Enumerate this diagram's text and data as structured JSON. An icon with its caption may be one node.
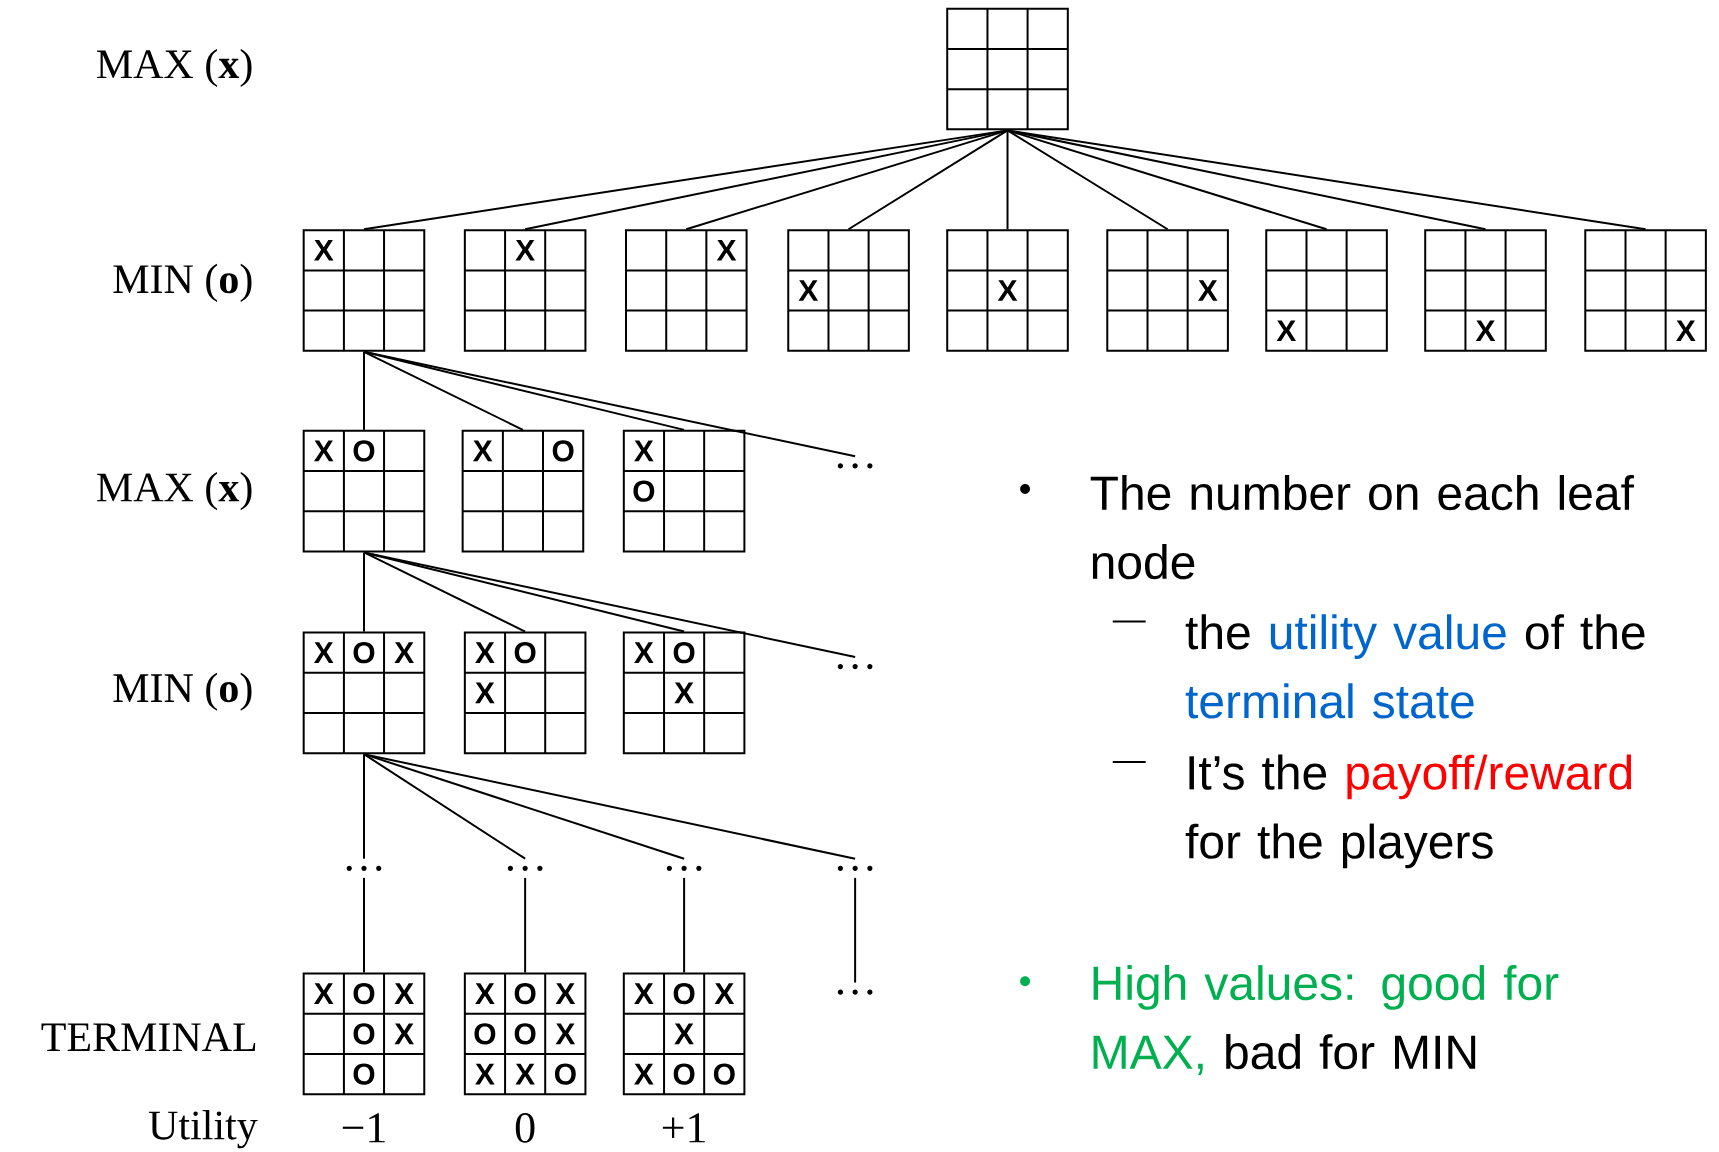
{
  "diagram": {
    "nodes": [
      {
        "text": [],
        "shape": "box"
      },
      {
        "text": [
          "X"
        ]
      },
      {
        "text": [
          "X"
        ]
      },
      {
        "text": [
          "X"
        ]
      },
      {
        "text": [
          "X"
        ]
      },
      {
        "text": [
          "X"
        ]
      },
      {
        "text": [
          "X"
        ]
      },
      {
        "text": [
          "X"
        ]
      },
      {
        "text": [
          "X"
        ]
      },
      {
        "text": [
          "X"
        ]
      },
      {
        "text": [
          "X",
          "O"
        ]
      },
      {
        "text": [
          "X",
          "O"
        ]
      },
      {
        "text": [
          "X",
          "O"
        ]
      },
      {
        "text": [
          "…"
        ]
      },
      {
        "text": [
          "X",
          "O",
          "X"
        ]
      },
      {
        "text": [
          "X",
          "O",
          "X"
        ]
      },
      {
        "text": [
          "X",
          "O",
          "X"
        ]
      },
      {
        "text": [
          "…"
        ]
      },
      {
        "text": [
          "…"
        ]
      },
      {
        "text": [
          "…"
        ]
      },
      {
        "text": [
          "…"
        ]
      },
      {
        "text": [
          "…"
        ]
      },
      {
        "text": [
          "X",
          "O",
          "X",
          "O",
          "X",
          "O"
        ],
        "beside": [
          "−1"
        ]
      },
      {
        "text": [
          "X",
          "O",
          "X",
          "O",
          "O",
          "X",
          "X",
          "X",
          "O"
        ],
        "beside": [
          "0"
        ]
      },
      {
        "text": [
          "X",
          "O",
          "X",
          "X",
          "X",
          "O",
          "O"
        ],
        "beside": [
          "+1"
        ]
      },
      {
        "text": [
          "…"
        ]
      }
    ],
    "edges": [
      {
        "from": 0,
        "to": 1,
        "arrow": "none"
      },
      {
        "from": 0,
        "to": 2,
        "arrow": "none"
      },
      {
        "from": 0,
        "to": 3,
        "arrow": "none"
      },
      {
        "from": 0,
        "to": 4,
        "arrow": "none"
      },
      {
        "from": 0,
        "to": 5,
        "arrow": "none"
      },
      {
        "from": 0,
        "to": 6,
        "arrow": "none"
      },
      {
        "from": 0,
        "to": 7,
        "arrow": "none"
      },
      {
        "from": 0,
        "to": 8,
        "arrow": "none"
      },
      {
        "from": 0,
        "to": 9,
        "arrow": "none"
      },
      {
        "from": 1,
        "to": 10,
        "arrow": "none"
      },
      {
        "from": 1,
        "to": 11,
        "arrow": "none"
      },
      {
        "from": 1,
        "to": 12,
        "arrow": "none"
      },
      {
        "from": 1,
        "to": 13,
        "arrow": "none"
      },
      {
        "from": 10,
        "to": 14,
        "arrow": "none"
      },
      {
        "from": 10,
        "to": 15,
        "arrow": "none"
      },
      {
        "from": 10,
        "to": 16,
        "arrow": "none"
      },
      {
        "from": 10,
        "to": 17,
        "arrow": "none"
      },
      {
        "from": 14,
        "to": 18,
        "arrow": "none"
      },
      {
        "from": 14,
        "to": 19,
        "arrow": "none"
      },
      {
        "from": 14,
        "to": 20,
        "arrow": "none"
      },
      {
        "from": 14,
        "to": 21,
        "arrow": "none"
      },
      {
        "from": 18,
        "to": 22,
        "arrow": "none"
      },
      {
        "from": 19,
        "to": 23,
        "arrow": "none"
      },
      {
        "from": 20,
        "to": 24,
        "arrow": "none"
      },
      {
        "from": 21,
        "to": 25,
        "arrow": "none"
      }
    ],
    "labels": [
      "MAX (**x**)",
      "MIN (**o**)",
      "MAX (**x**)",
      "MIN (**o**)",
      "TERMINAL",
      "Utility",
      "The number on each leaf node",
      "the",
      "utility value",
      "of the",
      "terminal state",
      "It’s the",
      "payoff/reward",
      "for the players",
      "High values: good for MAX,",
      "bad for MIN"
    ]
  }
}
